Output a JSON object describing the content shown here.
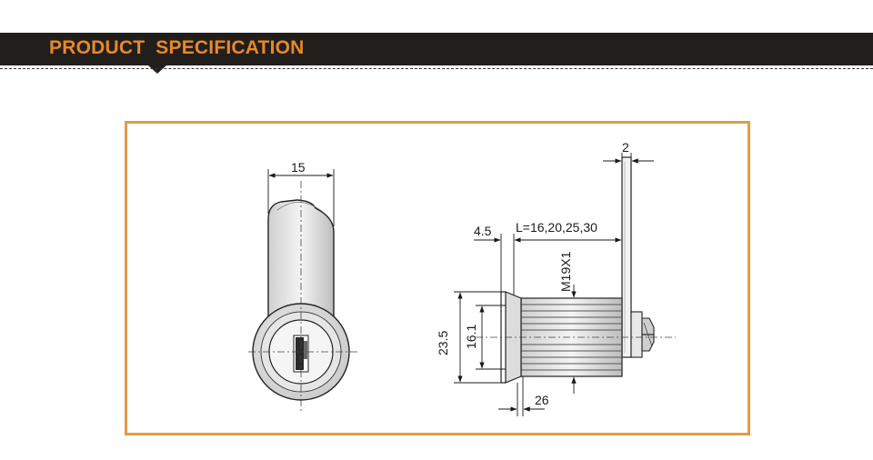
{
  "header": {
    "title": "PRODUCT  SPECIFICATION",
    "bar_color": "#221e1c",
    "title_color": "#e6892a"
  },
  "frame": {
    "border_color": "#e69a45"
  },
  "front_view": {
    "width_label": "15"
  },
  "side_view": {
    "plate_thickness_label": "2",
    "flange_label": "4.5",
    "length_label": "L=16,20,25,30",
    "thread_label": "M19X1",
    "outer_diameter_label": "23.5",
    "inner_diameter_label": "16.1",
    "bottom_label": "26"
  }
}
